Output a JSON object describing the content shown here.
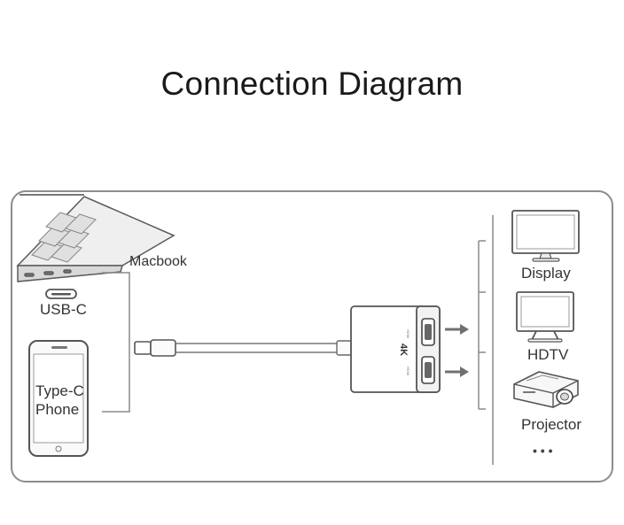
{
  "title": "Connection Diagram",
  "sources": {
    "laptop_label": "Macbook",
    "port_label": "USB-C",
    "phone_label_line1": "Type-C",
    "phone_label_line2": "Phone"
  },
  "adapter": {
    "badge": "4K",
    "port_small_label_top": "HDMI",
    "port_small_label_bottom": "HDMI"
  },
  "outputs": [
    {
      "label": "Display",
      "icon": "monitor-icon"
    },
    {
      "label": "HDTV",
      "icon": "tv-icon"
    },
    {
      "label": "Projector",
      "icon": "projector-icon"
    },
    {
      "label": "• • •",
      "icon": "ellipsis"
    }
  ],
  "colors": {
    "line": "#8a8a8a",
    "dark": "#555555",
    "arrow": "#707070"
  }
}
